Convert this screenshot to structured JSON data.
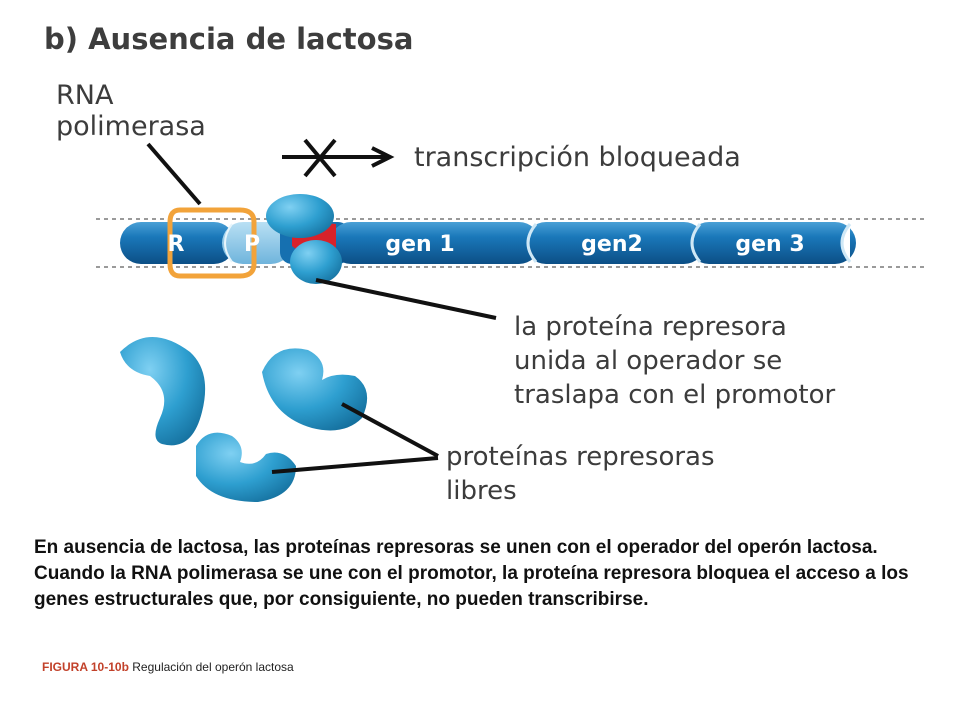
{
  "title": "b) Ausencia de lactosa",
  "labels": {
    "rna_polymerase": [
      "RNA",
      "polimerasa"
    ],
    "transcription_blocked": "transcripción bloqueada",
    "repressor_bound": [
      "la proteína represora",
      "unida al operador se",
      "traslapa con el promotor"
    ],
    "free_repressors": [
      "proteínas represoras",
      "libres"
    ]
  },
  "dna_segments": {
    "regulator": "R",
    "promoter": "P",
    "gene1": "gen 1",
    "gene2": "gen2",
    "gene3": "gen 3"
  },
  "caption": "En ausencia de lactosa, las proteínas represoras se unen con el operador del operón lactosa. Cuando la RNA polimerasa se une con el promotor, la proteína represora bloquea el acceso a los genes estructurales que, por consiguiente, no pueden transcribirse.",
  "figure": {
    "number": "FIGURA 10-10b",
    "title": "Regulación del operón lactosa"
  },
  "colors": {
    "dna_blue": "#1670b0",
    "promoter_light": "#86c4e6",
    "operator_red": "#d8222a",
    "polymerase_orange": "#f2a33a",
    "repressor_blue": "#2e9fd0",
    "figure_label": "#c2412a"
  }
}
